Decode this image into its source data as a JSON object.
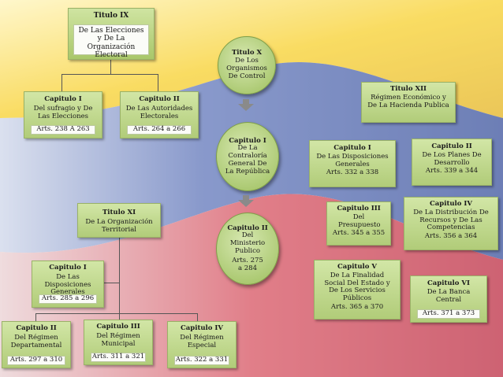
{
  "titulo_ix": {
    "title": "Titulo IX",
    "subtitle": "De Las Elecciones y De La Organización Electoral",
    "cap1": {
      "title": "Capitulo I",
      "sub": "Del sufragio y De Las Elecciones",
      "arts": "Arts. 238 A 263"
    },
    "cap2": {
      "title": "Capitulo II",
      "sub": "De Las Autoridades Electorales",
      "arts": "Arts. 264 a 266"
    }
  },
  "titulo_x": {
    "title": "Titulo X",
    "subtitle": "De Los Organismos De Control",
    "cap1": {
      "title": "Capitulo I",
      "sub": "De La Contraloría General De La República"
    },
    "cap2": {
      "title": "Capitulo II",
      "sub": "Del Ministerio Publico",
      "arts": "Arts. 275 a 284"
    }
  },
  "titulo_xi": {
    "title": "Titulo XI",
    "subtitle": "De La Organización Territorial",
    "cap1": {
      "title": "Capitulo I",
      "sub": "De Las Disposiciones Generales",
      "arts": "Arts. 285 a 296"
    },
    "cap2": {
      "title": "Capitulo II",
      "sub": "Del Régimen Departamental",
      "arts": "Arts. 297 a 310"
    },
    "cap3": {
      "title": "Capitulo III",
      "sub": "Del Régimen Municipal",
      "arts": "Arts. 311 a 321"
    },
    "cap4": {
      "title": "Capitulo IV",
      "sub": "Del Régimen Especial",
      "arts": "Arts. 322 a 331"
    }
  },
  "titulo_xii": {
    "title": "Titulo XII",
    "subtitle": "Régimen Económico y De La Hacienda Publica",
    "cap1": {
      "title": "Capitulo I",
      "sub": "De Las Disposiciones Generales",
      "arts": "Arts. 332 a 338"
    },
    "cap2": {
      "title": "Capitulo II",
      "sub": "De Los Planes De Desarrollo",
      "arts": "Arts. 339 a 344"
    },
    "cap3": {
      "title": "Capitulo III",
      "sub": "Del Presupuesto",
      "arts": "Arts. 345 a 355"
    },
    "cap4": {
      "title": "Capitulo IV",
      "sub": "De La Distribución De Recursos y De Las Competencias",
      "arts": "Arts. 356 a 364"
    },
    "cap5": {
      "title": "Capitulo V",
      "sub": "De La Finalidad Social Del Estado y De Los Servicios Públicos",
      "arts": "Arts. 365 a 370"
    },
    "cap6": {
      "title": "Capitulo VI",
      "sub": "De La Banca Central",
      "arts": "Arts. 371 a 373"
    }
  },
  "colors": {
    "flag_yellow": "#f2c200",
    "flag_blue": "#2b4aa0",
    "flag_red": "#c8102e",
    "box_green": "#b1cc79"
  }
}
